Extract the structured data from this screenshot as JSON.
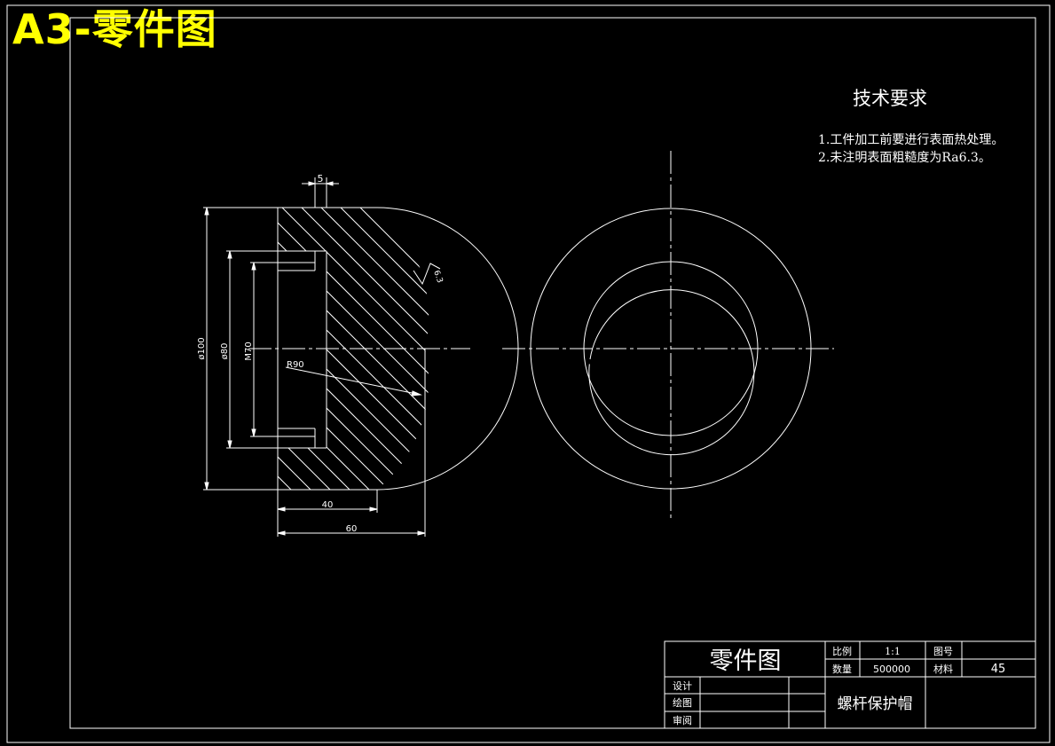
{
  "sheet_title": "A3-零件图",
  "tech_requirements": {
    "heading": "技术要求",
    "items": [
      "1.工件加工前要进行表面热处理。",
      "2.未注明表面粗糙度为Ra6.3。"
    ]
  },
  "dimensions": {
    "width_5": "5",
    "dia_100": "ø100",
    "dia_80": "ø80",
    "thread": "M70",
    "radius": "R90",
    "length_40": "40",
    "length_60": "60",
    "roughness": "6.3"
  },
  "title_block": {
    "drawing_type": "零件图",
    "scale_label": "比例",
    "scale_value": "1:1",
    "drawing_no_label": "图号",
    "drawing_no_value": "",
    "quantity_label": "数量",
    "quantity_value": "500000",
    "material_label": "材料",
    "material_value": "45",
    "design_label": "设计",
    "draw_label": "绘图",
    "review_label": "审阅",
    "part_name": "螺杆保护帽"
  },
  "colors": {
    "background": "#000000",
    "lines": "#ffffff",
    "sheet_title": "#ffff00"
  }
}
